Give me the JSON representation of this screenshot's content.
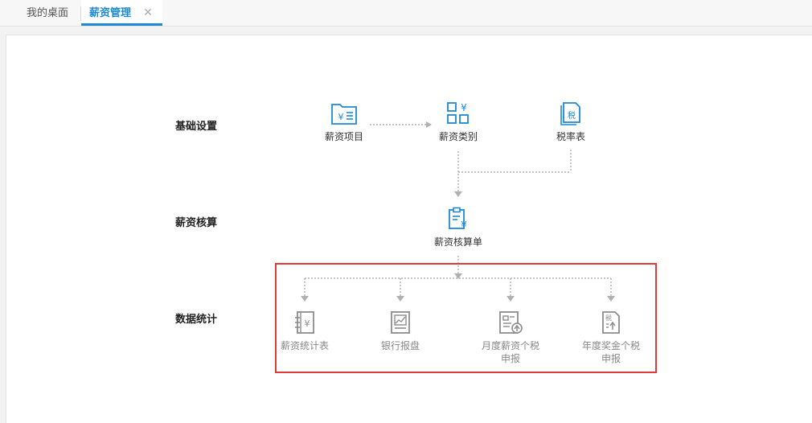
{
  "tabs": [
    {
      "label": "我的桌面",
      "active": false
    },
    {
      "label": "薪资管理",
      "active": true
    }
  ],
  "close_glyph": "✕",
  "sections": {
    "basic": "基础设置",
    "accounting": "薪资核算",
    "statistics": "数据统计"
  },
  "nodes": {
    "salary_items": "薪资项目",
    "salary_category": "薪资类别",
    "tax_rate_table": "税率表",
    "salary_sheet": "薪资核算单",
    "salary_stats": "薪资统计表",
    "bank_disk": "银行报盘",
    "monthly_tax_line1": "月度薪资个税",
    "monthly_tax_line2": "申报",
    "annual_bonus_tax_line1": "年度奖金个税",
    "annual_bonus_tax_line2": "申报"
  },
  "icon_text": {
    "yen": "¥",
    "tax": "税"
  },
  "colors": {
    "accent_blue": "#1e88d2",
    "icon_grey": "#8c8c8c",
    "flow_line": "#b0b0b0",
    "highlight_red": "#e03b3b"
  }
}
